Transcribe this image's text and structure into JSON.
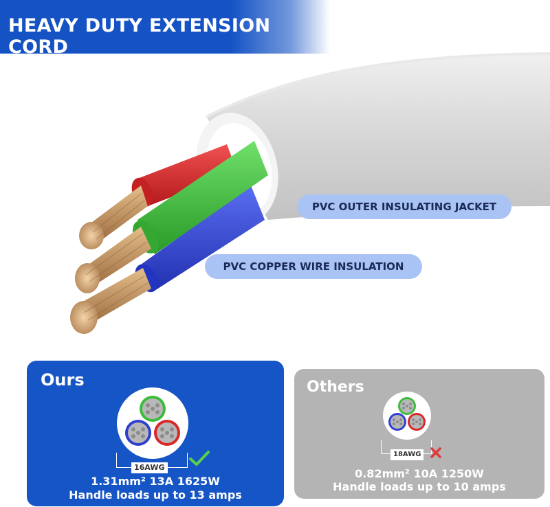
{
  "header": {
    "title": "HEAVY DUTY EXTENSION CORD"
  },
  "callouts": {
    "jacket": "PVC OUTER INSULATING JACKET",
    "insulation": "PVC COPPER WIRE INSULATION"
  },
  "wire_colors": {
    "red": "#d8282a",
    "green": "#3dbb3a",
    "blue": "#2f3fd0",
    "copper": "#c79a6a",
    "jacket": "#dcdcdc",
    "brand_blue": "#1655c5"
  },
  "comparison": {
    "ours": {
      "heading": "Ours",
      "gauge": "16AWG",
      "status_icon": "check-icon",
      "spec": "1.31mm² 13A 1625W",
      "load": "Handle loads up to 13 amps"
    },
    "others": {
      "heading": "Others",
      "gauge": "18AWG",
      "status_icon": "cross-icon",
      "spec": "0.82mm² 10A 1250W",
      "load": "Handle loads up to 10 amps"
    }
  }
}
